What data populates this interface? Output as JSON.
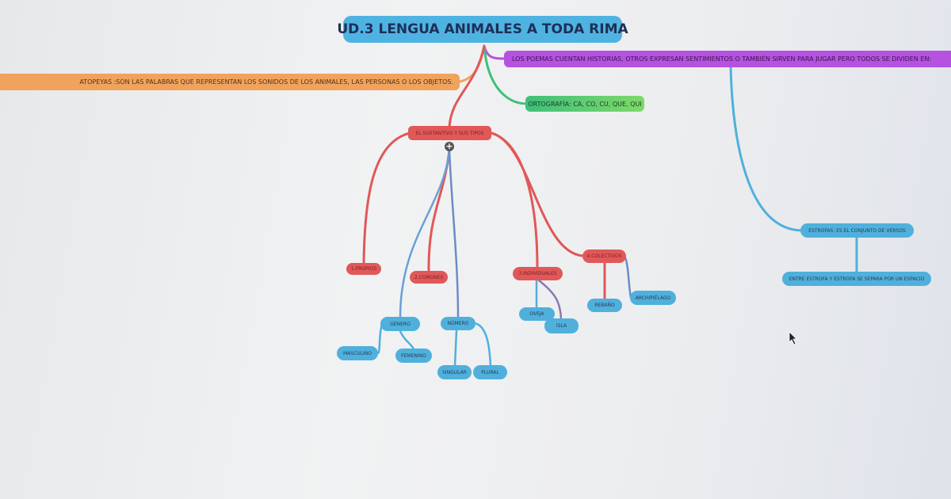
{
  "title": "UD.3 LENGUA ANIMALES A TODA RIMA",
  "colors": {
    "root": "#4fb3e2",
    "poems": "#b552df",
    "onomatopeyas": "#f0a35c",
    "ortografia": "#3fbf7a",
    "sustantivo": "#e05858",
    "leaf": "#4fb0dc"
  },
  "nodes": {
    "poemas": "LOS POEMAS CUENTAN HISTORIAS, OTROS EXPRESAN SENTIMIENTOS O TAMBIÉN SIRVEN PARA JUGAR PERO TODOS SE DIVIDEN EN:",
    "onomatopeyas": "ATOPEYAS :SON LAS PALABRAS QUE REPRESENTAN LOS SONIDOS DE LOS ANIMALES, LAS PERSONAS O LOS OBJETOS.",
    "ortografia": "ORTOGRAFÍA: CA, CO, CU, QUE, QUI",
    "sustantivo": "EL SUSTANTIVO Y SUS TIPOS",
    "propios": "1.PROPIOS",
    "comunes": "2.COMUNES",
    "individuales": "3.INDIVIDUALES",
    "colectivos": "4.COLECTIVOS",
    "genero": "GÉNERO",
    "numero": "NÚMERO",
    "masculino": "MASCULINO",
    "femenino": "FEMENINO",
    "singular": "SINGULAR",
    "plural": "PLURAL",
    "oveja": "OVEJA",
    "isla": "ISLA",
    "rebano": "REBAÑO",
    "archipielago": "ARCHIPIÉLAGO",
    "estrofas": "ESTROFAS: ES EL CONJUNTO DE VERSOS",
    "entre": "ENTRE ESTROFA Y ESTROFA SE SEPARA POR UN ESPACIO"
  },
  "icons": {
    "expand": "plus-circle-icon",
    "pointer": "mouse-cursor-icon"
  }
}
